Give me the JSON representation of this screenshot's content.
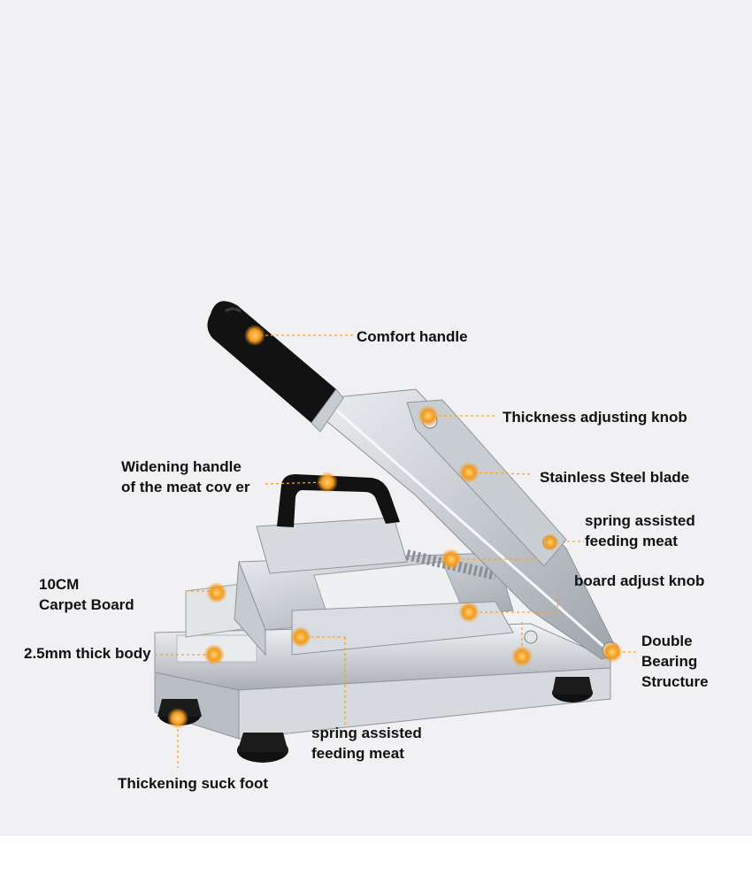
{
  "labels": {
    "comfort_handle": "Comfort handle",
    "thickness_knob": "Thickness adjusting knob",
    "stainless_blade": "Stainless Steel blade",
    "widening_handle_1": "Widening handle",
    "widening_handle_2": "of the meat cov er",
    "spring_top_1": "spring assisted",
    "spring_top_2": "feeding meat",
    "board_knob": "board adjust knob",
    "carpet_board_1": "10CM",
    "carpet_board_2": "Carpet Board",
    "body_thickness": "2.5mm thick body",
    "double_bearing_1": "Double",
    "double_bearing_2": "Bearing",
    "double_bearing_3": "Structure",
    "spring_bottom_1": "spring assisted",
    "spring_bottom_2": "feeding meat",
    "suck_foot": "Thickening suck foot"
  },
  "colors": {
    "marker": "#f39a1e",
    "leader": "#f2a23a",
    "background": "#f1f1f3",
    "steel": "#cfd3d8",
    "handle": "#111111"
  }
}
